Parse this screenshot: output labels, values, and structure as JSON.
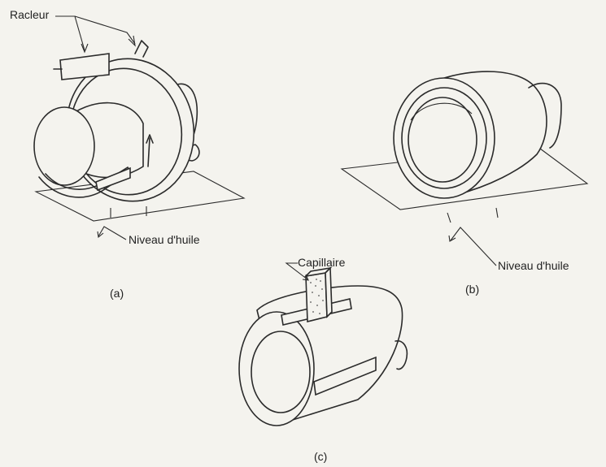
{
  "labels": {
    "racleur": "Racleur",
    "niveau_a": "Niveau d'huile",
    "niveau_b": "Niveau d'huile",
    "capillaire": "Capillaire",
    "caption_a": "(a)",
    "caption_b": "(b)",
    "caption_c": "(c)"
  }
}
